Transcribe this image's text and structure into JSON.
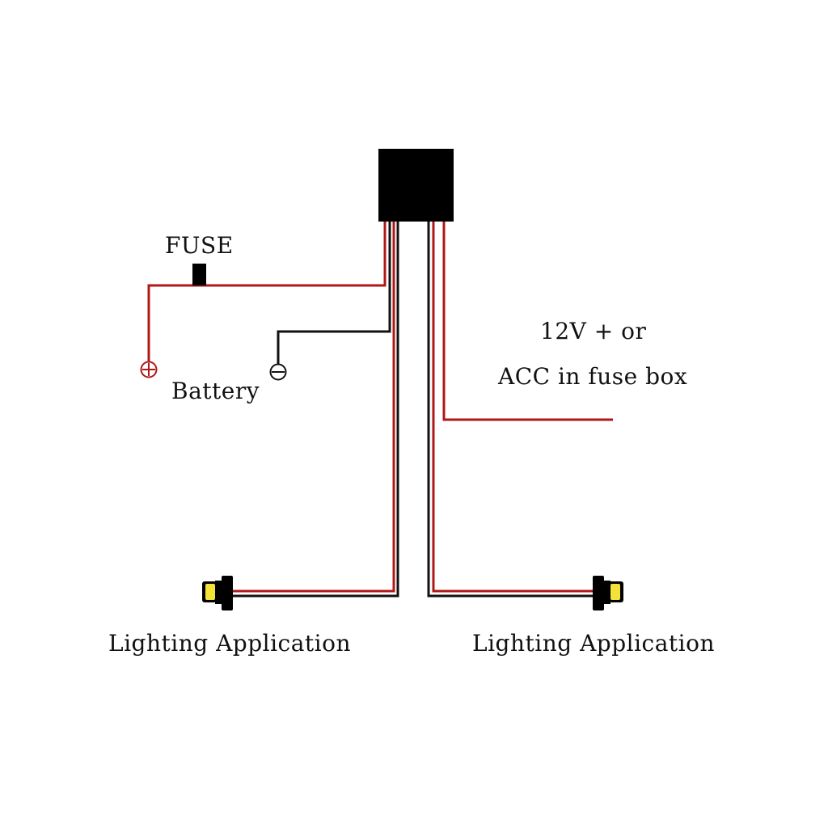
{
  "labels": {
    "fuse": "FUSE",
    "battery": "Battery",
    "power_line1": "12V + or",
    "power_line2": "ACC in fuse box",
    "light_left": "Lighting Application",
    "light_right": "Lighting Application"
  },
  "colors": {
    "red_wire": "#b01818",
    "black_wire": "#111111",
    "module": "#000000",
    "led_yellow": "#f2e23a"
  }
}
